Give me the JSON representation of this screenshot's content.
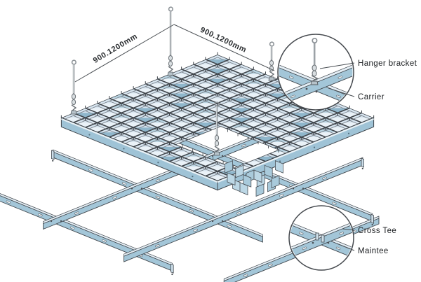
{
  "diagram": {
    "labels": {
      "dimension_left": "900.1200mm",
      "dimension_right": "900.1200mm",
      "hanger_bracket": "Hanger bracket",
      "carrier": "Carrier",
      "cross_tee": "Cross Tee",
      "main_tee": "Maintee"
    },
    "colors": {
      "background": "#ffffff",
      "lattice": "#3f444a",
      "lattice_echo": "#79818a",
      "panel_base": "#e9f1f7",
      "cell_upper": "#d7e5f0",
      "cell_lower": "#eaf2f8",
      "cell_accent_dark": "#8fb6cb",
      "cell_accent_mid": "#b9d4e2",
      "beam_web": "#a3c6d8",
      "beam_top": "#e4eef5",
      "outline": "#40464c",
      "band": "#9fc3d6",
      "band_top": "#e8f1f6",
      "rod": "#8b9196",
      "rod_dark": "#6a7075",
      "dim_line": "#4b5054",
      "leader": "#4a4f54",
      "circle_stroke": "#45494e",
      "fin": "#bcd7e5",
      "fin_alt": "#a9cadb",
      "clamp": "#b6c2c9",
      "slot": "#f2f7fa"
    }
  }
}
